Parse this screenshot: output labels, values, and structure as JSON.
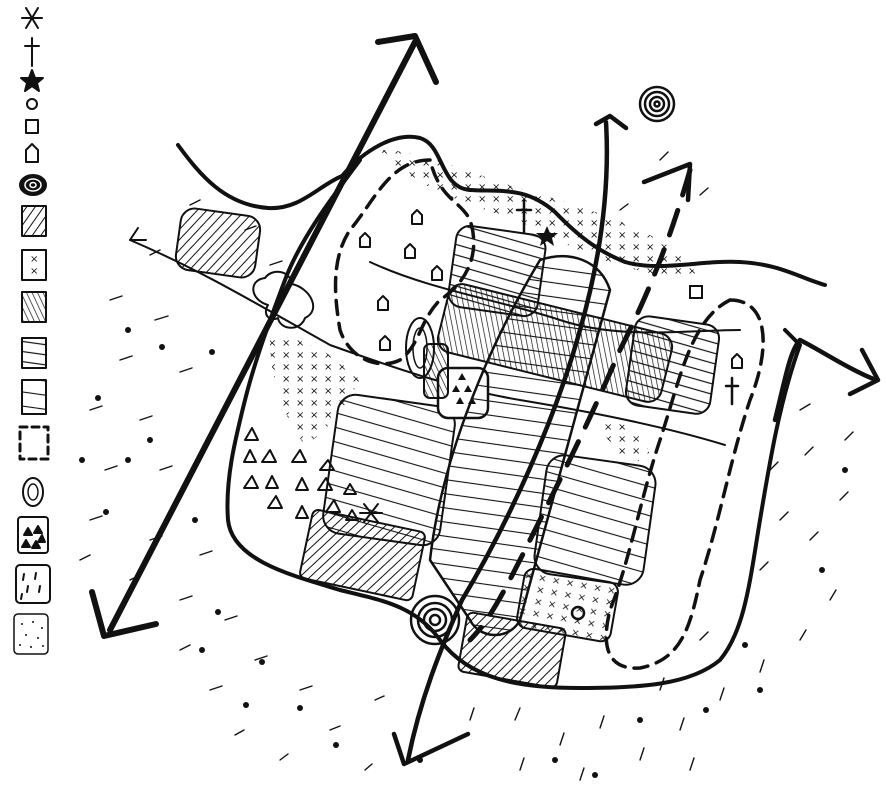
{
  "map": {
    "style": "hand-drawn site analysis sketch",
    "ink_color": "#111111",
    "paper_color": "#ffffff"
  },
  "legend": {
    "items": [
      {
        "symbol": "asterisk-icon"
      },
      {
        "symbol": "cross-icon"
      },
      {
        "symbol": "star-icon"
      },
      {
        "symbol": "circle-icon"
      },
      {
        "symbol": "square-icon"
      },
      {
        "symbol": "house-icon"
      },
      {
        "symbol": "spiral-icon"
      },
      {
        "symbol": "diagonal-hatch-swatch"
      },
      {
        "symbol": "crosshatch-swatch"
      },
      {
        "symbol": "dense-hatch-swatch"
      },
      {
        "symbol": "horizontal-hatch-swatch"
      },
      {
        "symbol": "lined-swatch"
      },
      {
        "symbol": "dashed-boundary-swatch"
      },
      {
        "symbol": "oval-icon"
      },
      {
        "symbol": "triangles-swatch"
      },
      {
        "symbol": "dashes-swatch"
      },
      {
        "symbol": "dots-swatch"
      }
    ]
  }
}
